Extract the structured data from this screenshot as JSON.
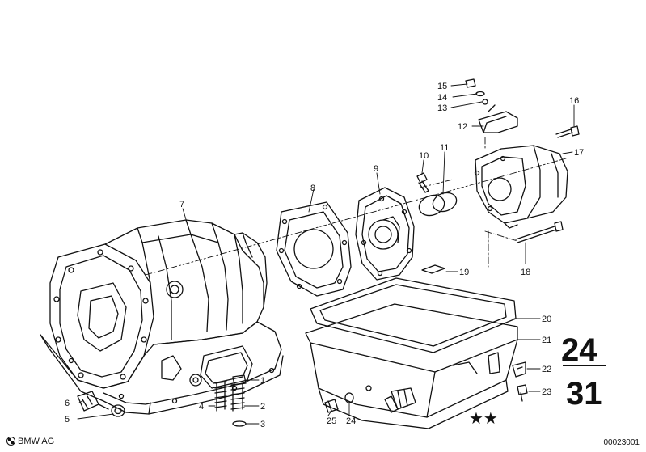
{
  "callouts": {
    "c1": "1",
    "c2": "2",
    "c3": "3",
    "c4": "4",
    "c5": "5",
    "c6": "6",
    "c7": "7",
    "c8": "8",
    "c9": "9",
    "c10": "10",
    "c11": "11",
    "c12": "12",
    "c13": "13",
    "c14": "14",
    "c15": "15",
    "c16": "16",
    "c17": "17",
    "c18": "18",
    "c19": "19",
    "c20": "20",
    "c21": "21",
    "c22": "22",
    "c23": "23",
    "c24": "24",
    "c25": "25"
  },
  "group": {
    "top": "24",
    "bottom": "31"
  },
  "stars": "★★",
  "footer": {
    "brand": "BMW AG",
    "ref": "00023001"
  }
}
